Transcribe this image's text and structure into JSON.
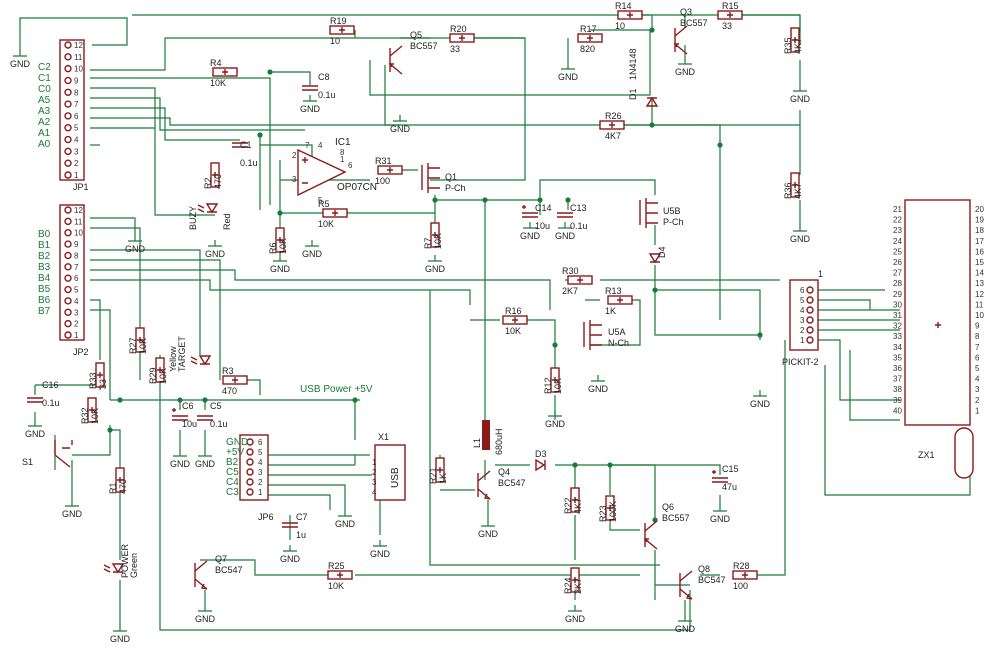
{
  "parts": {
    "r19": {
      "ref": "R19",
      "val": "10"
    },
    "r20": {
      "ref": "R20",
      "val": "33"
    },
    "r17": {
      "ref": "R17",
      "val": "820"
    },
    "r14": {
      "ref": "R14",
      "val": "10"
    },
    "r15": {
      "ref": "R15",
      "val": "33"
    },
    "r35": {
      "ref": "R35",
      "val": "4K7"
    },
    "r36": {
      "ref": "R36",
      "val": "4K7"
    },
    "r4": {
      "ref": "R4",
      "val": "10K"
    },
    "r26": {
      "ref": "R26",
      "val": "4K7"
    },
    "r31": {
      "ref": "R31",
      "val": "100"
    },
    "r5": {
      "ref": "R5",
      "val": "10K"
    },
    "r2": {
      "ref": "R2",
      "val": "470"
    },
    "r6": {
      "ref": "R6",
      "val": "10K"
    },
    "r7": {
      "ref": "R7",
      "val": "10K"
    },
    "r30": {
      "ref": "R30",
      "val": "2K7"
    },
    "r13": {
      "ref": "R13",
      "val": "1K"
    },
    "r16": {
      "ref": "R16",
      "val": "10K"
    },
    "r12": {
      "ref": "R12",
      "val": "10K"
    },
    "r27": {
      "ref": "R27",
      "val": "10K"
    },
    "r29": {
      "ref": "R29",
      "val": "10K"
    },
    "r3": {
      "ref": "R3",
      "val": "470"
    },
    "r33": {
      "ref": "R33",
      "val": "33"
    },
    "r32": {
      "ref": "R32",
      "val": "10K"
    },
    "r1": {
      "ref": "R1",
      "val": "470"
    },
    "r21": {
      "ref": "R21",
      "val": "1K"
    },
    "r22": {
      "ref": "R22",
      "val": "4K7"
    },
    "r23": {
      "ref": "R23",
      "val": "100K"
    },
    "r24": {
      "ref": "R24",
      "val": "2K7"
    },
    "r25": {
      "ref": "R25",
      "val": "10K"
    },
    "r28": {
      "ref": "R28",
      "val": "100"
    },
    "c8": {
      "ref": "C8",
      "val": "0.1u"
    },
    "c1": {
      "ref": "C1",
      "val": "0.1u"
    },
    "c14": {
      "ref": "C14",
      "val": "10u"
    },
    "c13": {
      "ref": "C13",
      "val": "0.1u"
    },
    "c16": {
      "ref": "C16",
      "val": "0.1u"
    },
    "c6": {
      "ref": "C6",
      "val": "10u"
    },
    "c5": {
      "ref": "C5",
      "val": "0.1u"
    },
    "c7": {
      "ref": "C7",
      "val": "1u"
    },
    "c15": {
      "ref": "C15",
      "val": "47u"
    },
    "q5": {
      "ref": "Q5",
      "val": "BC557"
    },
    "q3": {
      "ref": "Q3",
      "val": "BC557"
    },
    "q1": {
      "ref": "Q1",
      "val": "P-Ch"
    },
    "q4": {
      "ref": "Q4",
      "val": "BC547"
    },
    "q6": {
      "ref": "Q6",
      "val": "BC557"
    },
    "q7": {
      "ref": "Q7",
      "val": "BC547"
    },
    "q8": {
      "ref": "Q8",
      "val": "BC547"
    },
    "u5b": {
      "ref": "U5B",
      "val": "P-Ch"
    },
    "u5a": {
      "ref": "U5A",
      "val": "N-Ch"
    },
    "d1": {
      "ref": "D1",
      "val": "1N4148"
    },
    "d4": {
      "ref": "D4"
    },
    "d3": {
      "ref": "D3"
    },
    "l1": {
      "ref": "L1",
      "val": "680uH"
    },
    "ic1": {
      "ref": "IC1",
      "val": "OP07CN"
    },
    "led_buzy": {
      "name": "BUZY",
      "color": "Red"
    },
    "led_target": {
      "name": "TARGET",
      "color": "Yellow"
    },
    "led_power": {
      "name": "POWER",
      "color": "Green"
    },
    "s1": {
      "ref": "S1"
    },
    "jp1": {
      "ref": "JP1"
    },
    "jp2": {
      "ref": "JP2"
    },
    "jp6": {
      "ref": "JP6"
    },
    "x1": {
      "ref": "X1",
      "val": "USB"
    },
    "pickit": {
      "ref": "PICKIT-2",
      "pin1": "1"
    },
    "zx1": {
      "ref": "ZX1"
    }
  },
  "jp1_signals": [
    "C2",
    "C1",
    "C0",
    "A5",
    "A3",
    "A2",
    "A1",
    "A0"
  ],
  "jp2_signals": [
    "B0",
    "B1",
    "B2",
    "B3",
    "B4",
    "B5",
    "B6",
    "B7"
  ],
  "jp6_signals": [
    "GND",
    "+5V",
    "B2",
    "C5",
    "C4",
    "C3"
  ],
  "header_pins": [
    "12",
    "11",
    "10",
    "9",
    "8",
    "7",
    "6",
    "5",
    "4",
    "3",
    "2",
    "1"
  ],
  "jp6_pins": [
    "6",
    "5",
    "4",
    "3",
    "2",
    "1"
  ],
  "usb_pins": [
    "1",
    "2",
    "3",
    "4"
  ],
  "pickit_pins": [
    "6",
    "5",
    "4",
    "3",
    "2",
    "1"
  ],
  "ic1_pins": {
    "p7": "7",
    "p4": "4",
    "p2": "2",
    "p3": "3",
    "p6": "6",
    "p8": "8",
    "p1": "1",
    "p5": "5"
  },
  "zx1_left_pins": [
    "21",
    "22",
    "23",
    "24",
    "25",
    "26",
    "27",
    "28",
    "29",
    "30",
    "31",
    "32",
    "33",
    "34",
    "35",
    "36",
    "37",
    "38",
    "39",
    "40"
  ],
  "zx1_right_pins": [
    "20",
    "19",
    "18",
    "17",
    "16",
    "15",
    "14",
    "13",
    "12",
    "11",
    "10",
    "9",
    "8",
    "7",
    "6",
    "5",
    "4",
    "3",
    "2",
    "1"
  ],
  "net_labels": {
    "usb_power": "USB Power +5V",
    "gnd": "GND"
  },
  "colors": {
    "wire": "#1a7a3a",
    "part": "#8b1a1a",
    "text": "#222222"
  }
}
